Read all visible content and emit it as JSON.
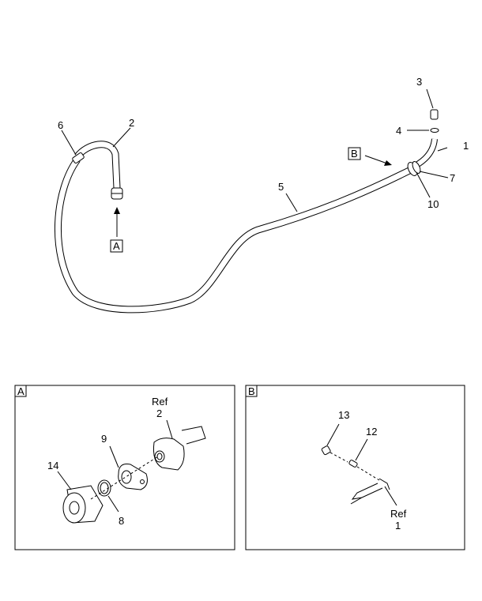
{
  "callouts": {
    "c1": "1",
    "c2": "2",
    "c3": "3",
    "c4": "4",
    "c5": "5",
    "c6": "6",
    "c7": "7",
    "c10": "10",
    "view_a": "A",
    "view_b": "B"
  },
  "detail_a": {
    "frame_label": "A",
    "ref_word": "Ref",
    "ref_num": "2",
    "c9": "9",
    "c14": "14",
    "c8": "8"
  },
  "detail_b": {
    "frame_label": "B",
    "c13": "13",
    "c12": "12",
    "ref_word": "Ref",
    "ref_num": "1"
  }
}
